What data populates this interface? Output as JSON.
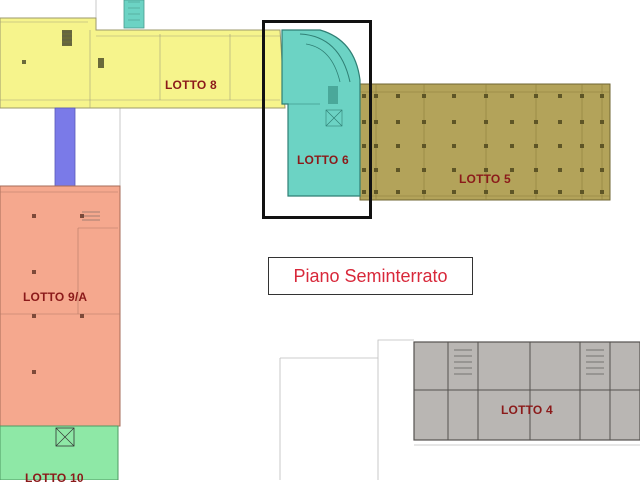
{
  "floor_title": "Piano Seminterrato",
  "lots": [
    {
      "id": "lotto-8",
      "label": "LOTTO 8",
      "color": "#f6f48c"
    },
    {
      "id": "lotto-6",
      "label": "LOTTO 6",
      "color": "#6cd3c4"
    },
    {
      "id": "lotto-5",
      "label": "LOTTO 5",
      "color": "#b3a35a"
    },
    {
      "id": "lotto-9a",
      "label": "LOTTO 9/A",
      "color": "#f5a88e"
    },
    {
      "id": "lotto-10",
      "label": "LOTTO 10",
      "color": "#8ee8a6"
    },
    {
      "id": "lotto-4",
      "label": "LOTTO 4",
      "color": "#b9b6b3"
    }
  ],
  "colors": {
    "connector": "#7a7ae8",
    "highlight_frame": "#111111",
    "label_text": "#8b1a1a",
    "title_text": "#d8283a"
  }
}
